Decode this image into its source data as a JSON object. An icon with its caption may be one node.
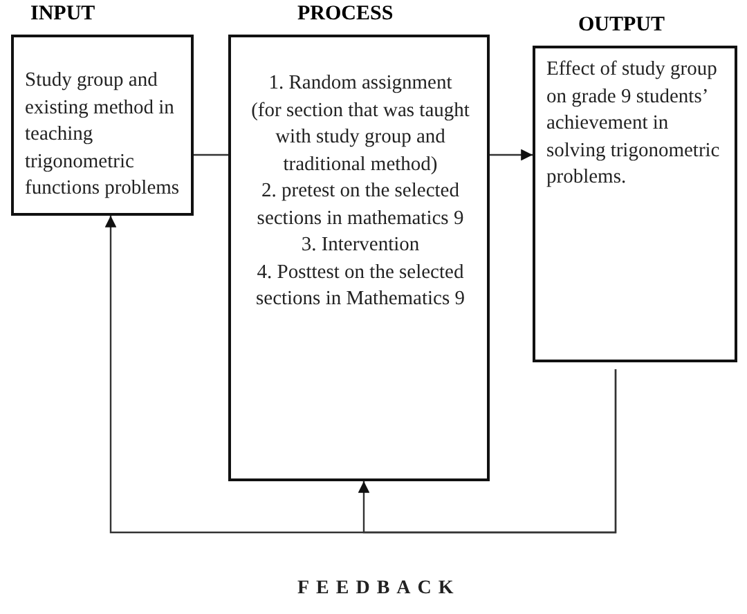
{
  "diagram": {
    "nodes": [
      {
        "text": [
          "INPUT",
          "Study group and existing method in teaching trigonometric functions problems"
        ]
      },
      {
        "text": [
          "PROCESS",
          "1. Random assignment",
          "(for section that was taught with study group and traditional method)",
          "2. pretest on the selected sections in mathematics 9",
          "3. Intervention",
          "4. Posttest on the selected sections in Mathematics 9"
        ]
      },
      {
        "text": [
          "OUTPUT",
          "Effect of study group on grade 9 students’ achievement in solving trigonometric problems."
        ]
      }
    ],
    "edges": [
      {
        "from": 0,
        "to": 1,
        "arrow": "none"
      },
      {
        "from": 1,
        "to": 2,
        "arrow": "to"
      },
      {
        "from": 2,
        "to": 0,
        "arrow": "to"
      },
      {
        "from": 2,
        "to": 1,
        "arrow": "to"
      }
    ],
    "labels": [
      "FEEDBACK"
    ]
  }
}
